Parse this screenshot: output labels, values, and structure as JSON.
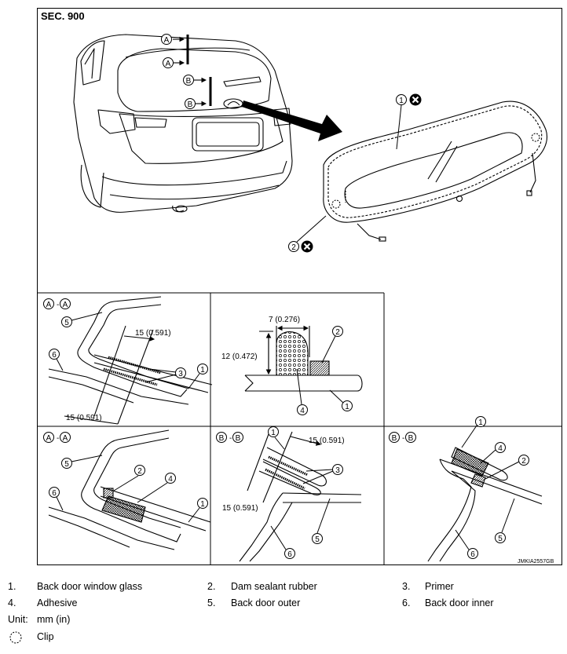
{
  "section_label": "SEC. 900",
  "image_code": "JMKIA2557GB",
  "callouts": {
    "a": "A",
    "b": "B",
    "n1": "1",
    "n2": "2",
    "n3": "3",
    "n4": "4",
    "n5": "5",
    "n6": "6"
  },
  "dimensions": {
    "d15": "15 (0.591)",
    "d7": "7 (0.276)",
    "d12": "12 (0.472)"
  },
  "legend": {
    "items": [
      {
        "num": "1.",
        "label": "Back door window glass"
      },
      {
        "num": "2.",
        "label": "Dam sealant rubber"
      },
      {
        "num": "3.",
        "label": "Primer"
      },
      {
        "num": "4.",
        "label": "Adhesive"
      },
      {
        "num": "5.",
        "label": "Back door outer"
      },
      {
        "num": "6.",
        "label": "Back door inner"
      }
    ],
    "unit_label": "Unit:",
    "unit_value": "mm (in)",
    "clip_label": "Clip"
  },
  "colors": {
    "line": "#000000",
    "background": "#ffffff",
    "hatch": "#555555"
  }
}
